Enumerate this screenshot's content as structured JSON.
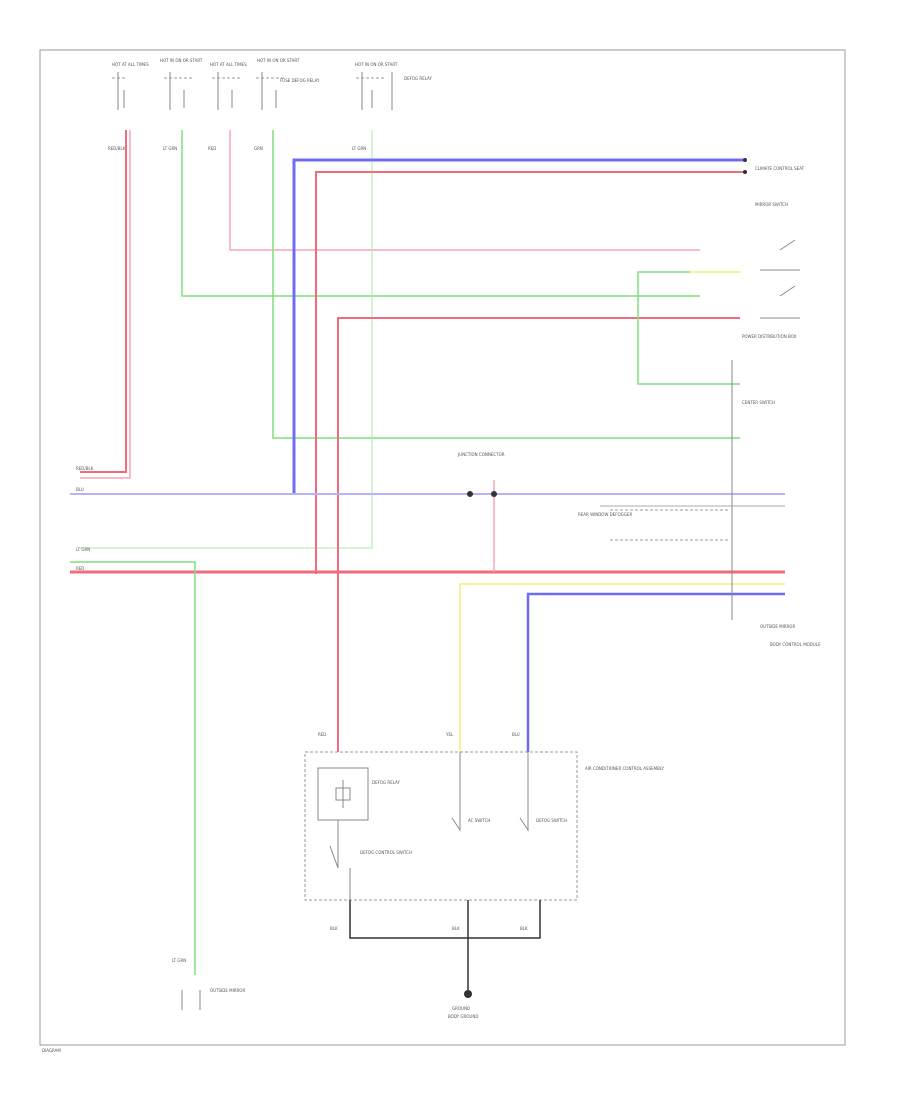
{
  "colors": {
    "blue": "#6f6cf2",
    "red": "#f26b7c",
    "pink": "#f7a6b4",
    "green": "#7fe07f",
    "yellow": "#f2f07a",
    "gray": "#9a9a9a",
    "dark": "#333333"
  },
  "labels": {
    "fuse1": "HOT AT ALL TIMES",
    "fuse2": "HOT IN ON OR START",
    "fuse3": "HOT AT ALL TIMES",
    "fuse4": "HOT IN ON OR START",
    "fuse5": "HOT IN ON OR START",
    "fuse_desc": "FUSE DEFOG RELAY",
    "hvac_top": "DEFOG RELAY",
    "ccs_top": "CLIMATE CONTROL SEAT",
    "relay_box": "POWER DISTRIBUTION BOX",
    "center_sw": "CENTER SWITCH",
    "junction": "JUNCTION CONNECTOR",
    "body_ctrl": "BODY CONTROL MODULE",
    "mirror_sw": "MIRROR SWITCH",
    "rear_defog": "REAR WINDOW DEFOGGER",
    "defog_relay": "DEFOG RELAY",
    "defog_ctrl": "DEFOG CONTROL SWITCH",
    "ac_switch": "AC SWITCH",
    "rear_sw": "DEFOG SWITCH",
    "module_name": "AIR CONDITIONER CONTROL ASSEMBLY",
    "ground": "GROUND",
    "ground_desc": "BODY GROUND",
    "mirror_right": "OUTSIDE MIRROR",
    "wire_blu": "BLU",
    "wire_red": "RED",
    "wire_grn": "GRN",
    "wire_yel": "YEL",
    "wire_blk": "BLK",
    "wire_ltgrn": "LT GRN",
    "wire_redblk": "RED/BLK",
    "footer": "DIAGRAM"
  }
}
